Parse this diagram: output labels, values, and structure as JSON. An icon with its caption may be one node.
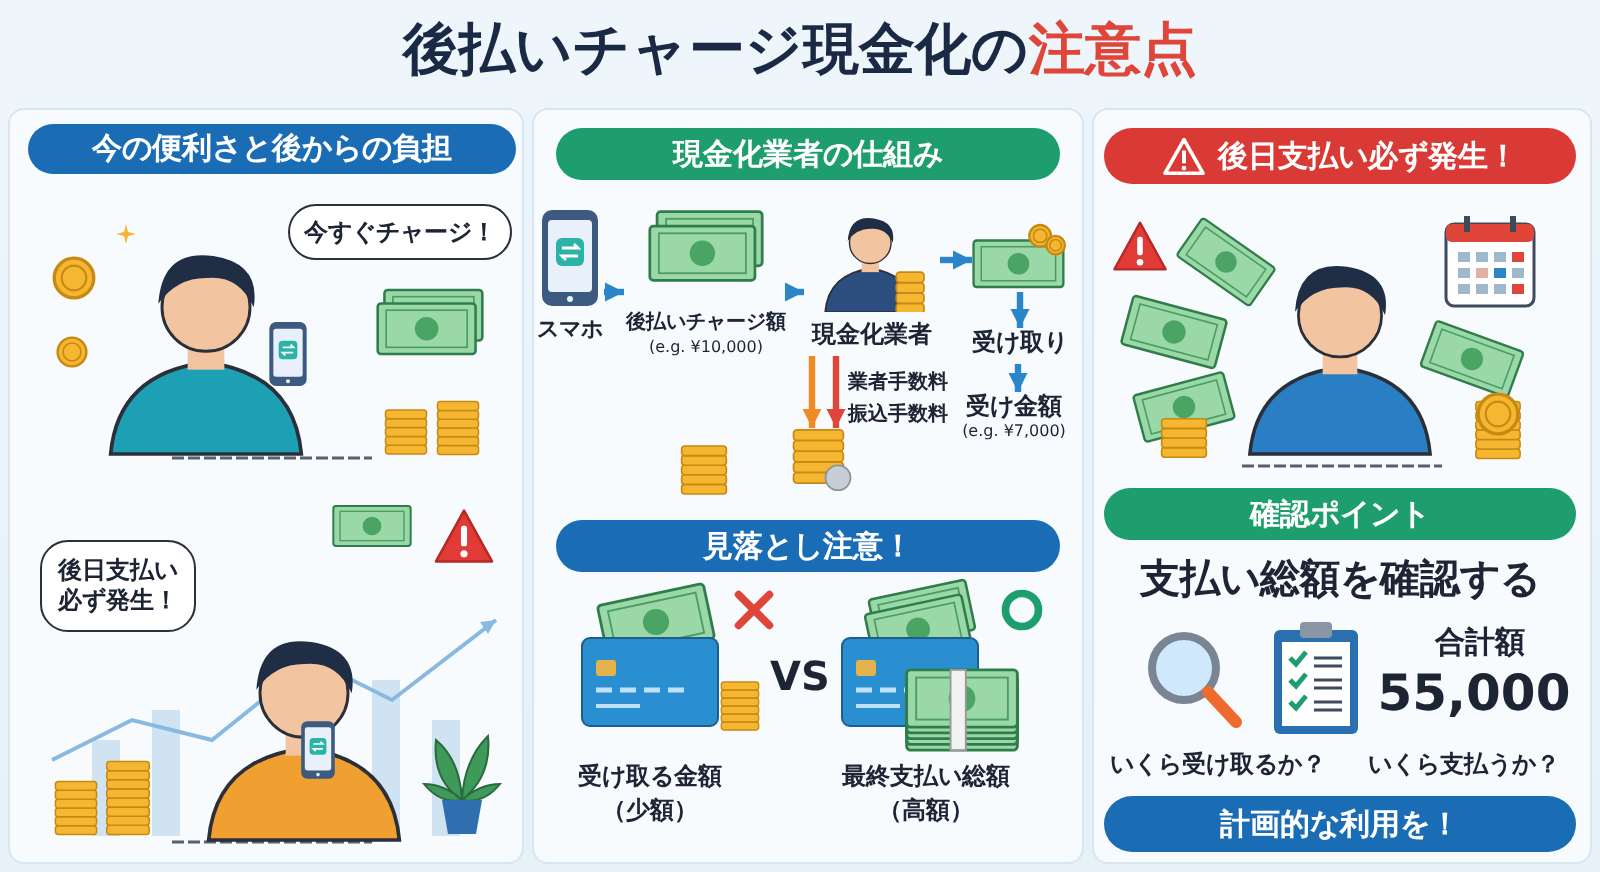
{
  "diagram": {
    "title": "後払いチャージ現金化の**注意点**",
    "nodes": [
      {
        "text": [
          "今の便利さと後からの負担"
        ]
      },
      {
        "text": [
          "今すぐチャージ！"
        ]
      },
      {
        "text": [
          "後日支払い必ず発生！"
        ]
      },
      {
        "text": [
          "現金化業者の仕組み"
        ]
      },
      {
        "text": [
          "スマホ"
        ]
      },
      {
        "text": [
          "後払いチャージ額",
          "(e.g. ¥10,000)"
        ]
      },
      {
        "text": [
          "現金化業者"
        ]
      },
      {
        "text": [],
        "shape": "picture"
      },
      {
        "text": [
          "受け取り"
        ]
      },
      {
        "text": [
          "受け金額",
          "(e.g. ¥7,000)"
        ]
      },
      {
        "text": [],
        "shape": "picture"
      },
      {
        "text": [
          "後日支払い必ず発生！"
        ]
      },
      {
        "text": [
          "見落とし注意！"
        ]
      },
      {
        "text": [
          "確認ポイント"
        ]
      },
      {
        "text": [
          "計画的な利用を！"
        ]
      }
    ],
    "edges": [
      {
        "from": 4,
        "to": 5,
        "arrow": "to"
      },
      {
        "from": 5,
        "to": 6,
        "arrow": "to"
      },
      {
        "from": 6,
        "to": 7,
        "arrow": "to"
      },
      {
        "from": 7,
        "to": 8,
        "arrow": "to"
      },
      {
        "from": 8,
        "to": 9,
        "arrow": "to"
      },
      {
        "from": 6,
        "to": 10,
        "arrow": "to",
        "label": "業者手数料",
        "color": "#f08a24"
      },
      {
        "from": 6,
        "to": 10,
        "arrow": "to",
        "label": "振込手数料",
        "color": "#e0453a"
      }
    ],
    "labels": [
      "VS",
      "受け取る金額（少額）",
      "最終支払い総額（高額）",
      "支払い総額を確認する",
      "合計額",
      "55,000",
      "いくら受け取るか？",
      "いくら支払うか？"
    ]
  }
}
